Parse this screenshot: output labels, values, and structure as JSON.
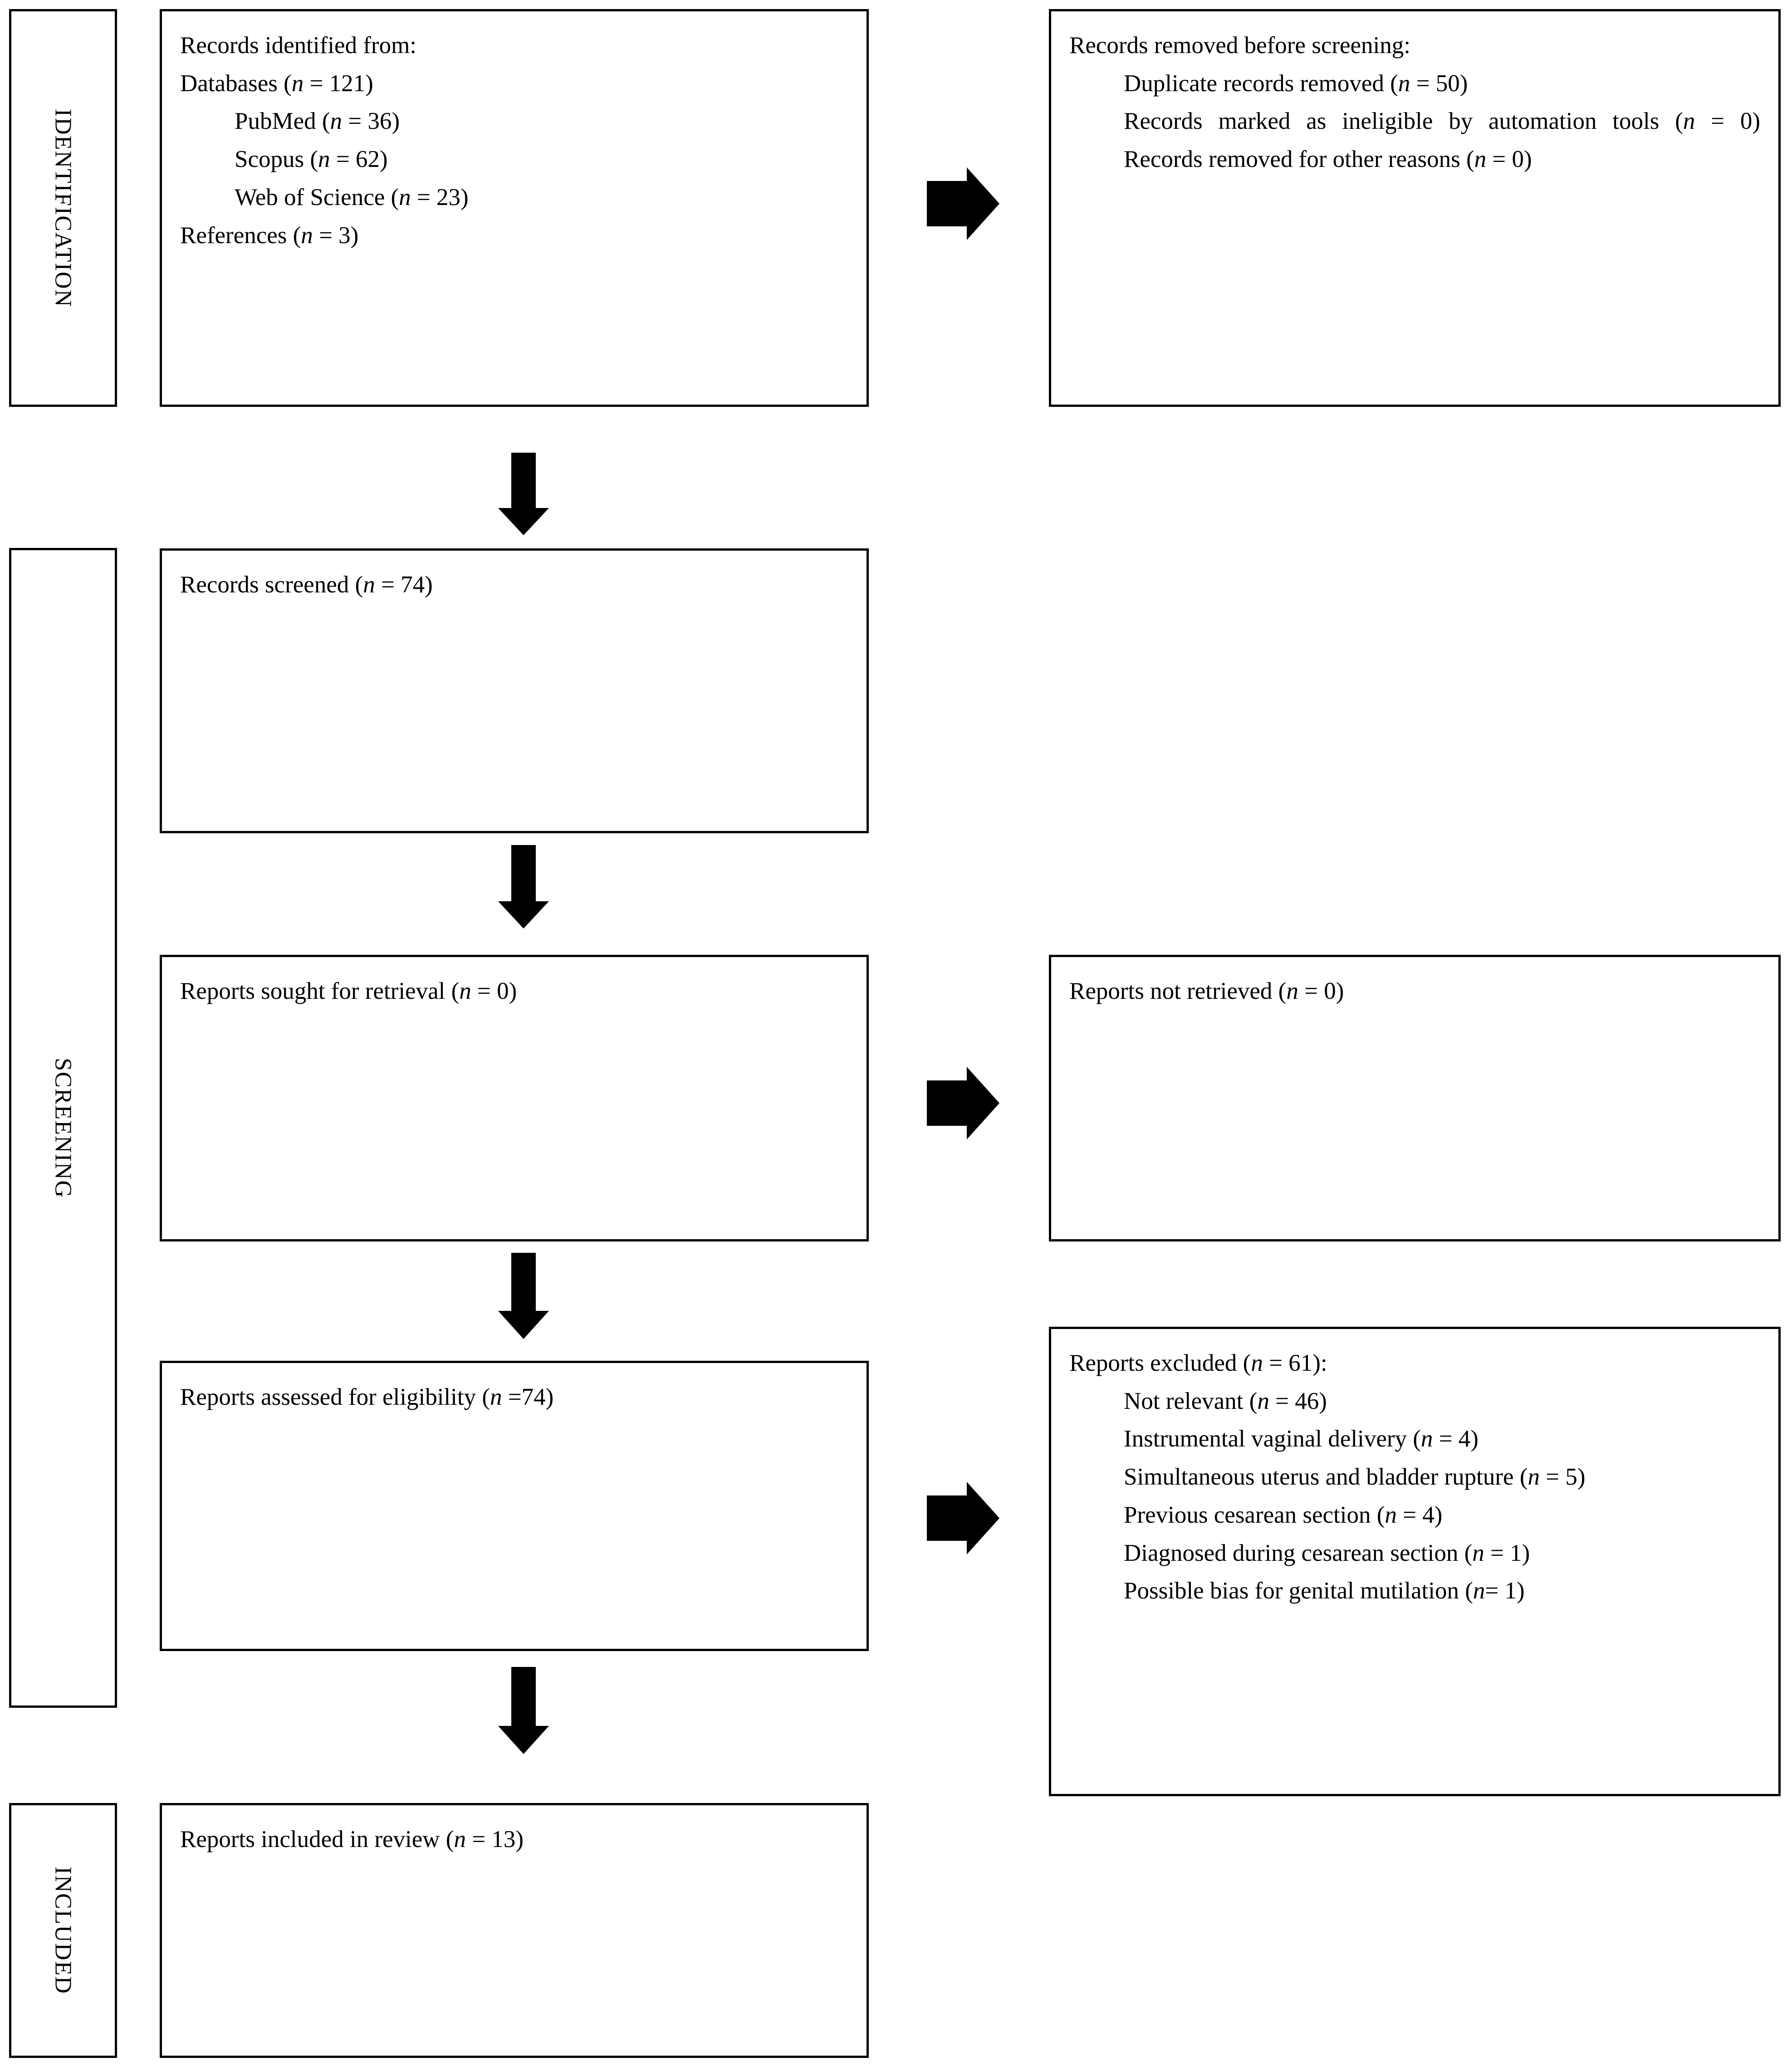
{
  "diagram": {
    "type": "PRISMA 2020 flow diagram",
    "stages": [
      {
        "key": "identification",
        "label": "IDENTIFICATION"
      },
      {
        "key": "screening",
        "label": "SCREENING"
      },
      {
        "key": "included",
        "label": "INCLUDED"
      }
    ]
  },
  "boxes": {
    "records_identified": {
      "lines": [
        "Records identified from:",
        "Databases (n = 121)",
        "PubMed (n = 36)",
        "Scopus (n = 62)",
        "Web of Science (n = 23)",
        "References (n = 3)"
      ]
    },
    "records_removed": {
      "lines": [
        "Records removed before screening:",
        "Duplicate records removed (n = 50)",
        "Records marked as ineligible by automation tools (n = 0)",
        "Records removed for other reasons (n = 0)"
      ]
    },
    "records_screened": {
      "line": "Records screened (n = 74)"
    },
    "reports_sought": {
      "line": "Reports sought for retrieval (n = 0)"
    },
    "reports_not_retrieved": {
      "line": "Reports not retrieved (n = 0)"
    },
    "reports_assessed": {
      "line": "Reports assessed for eligibility (n =74)"
    },
    "reports_excluded": {
      "lines": [
        "Reports excluded (n = 61):",
        "Not relevant (n = 46)",
        "Instrumental vaginal delivery (n = 4)",
        "Simultaneous uterus and bladder rupture (n = 5)",
        "Previous cesarean section (n = 4)",
        "Diagnosed during cesarean section (n = 1)",
        "Possible bias for genital mutilation (n= 1)"
      ]
    },
    "reports_included": {
      "line": "Reports included in review (n = 13)"
    }
  },
  "chart_data": {
    "type": "diagram",
    "title": "PRISMA flow diagram",
    "nodes": [
      {
        "id": "records_identified",
        "stage": "identification",
        "column": "left",
        "label": "Records identified from",
        "counts": {
          "databases": 121,
          "pubmed": 36,
          "scopus": 62,
          "web_of_science": 23,
          "references": 3
        }
      },
      {
        "id": "records_removed",
        "stage": "identification",
        "column": "right",
        "label": "Records removed before screening",
        "counts": {
          "duplicate_records_removed": 50,
          "marked_ineligible_by_automation_tools": 0,
          "removed_for_other_reasons": 0
        }
      },
      {
        "id": "records_screened",
        "stage": "screening",
        "column": "left",
        "label": "Records screened",
        "n": 74
      },
      {
        "id": "reports_sought",
        "stage": "screening",
        "column": "left",
        "label": "Reports sought for retrieval",
        "n": 0
      },
      {
        "id": "reports_not_retrieved",
        "stage": "screening",
        "column": "right",
        "label": "Reports not retrieved",
        "n": 0
      },
      {
        "id": "reports_assessed",
        "stage": "screening",
        "column": "left",
        "label": "Reports assessed for eligibility",
        "n": 74
      },
      {
        "id": "reports_excluded",
        "stage": "screening",
        "column": "right",
        "label": "Reports excluded",
        "n": 61,
        "reasons": [
          {
            "reason": "Not relevant",
            "n": 46
          },
          {
            "reason": "Instrumental vaginal delivery",
            "n": 4
          },
          {
            "reason": "Simultaneous uterus and bladder rupture",
            "n": 5
          },
          {
            "reason": "Previous cesarean section",
            "n": 4
          },
          {
            "reason": "Diagnosed during cesarean section",
            "n": 1
          },
          {
            "reason": "Possible bias for genital mutilation",
            "n": 1
          }
        ]
      },
      {
        "id": "reports_included",
        "stage": "included",
        "column": "left",
        "label": "Reports included in review",
        "n": 13
      }
    ],
    "edges": [
      {
        "from": "records_identified",
        "to": "records_removed",
        "direction": "right"
      },
      {
        "from": "records_identified",
        "to": "records_screened",
        "direction": "down"
      },
      {
        "from": "records_screened",
        "to": "reports_sought",
        "direction": "down"
      },
      {
        "from": "reports_sought",
        "to": "reports_not_retrieved",
        "direction": "right"
      },
      {
        "from": "reports_sought",
        "to": "reports_assessed",
        "direction": "down"
      },
      {
        "from": "reports_assessed",
        "to": "reports_excluded",
        "direction": "right"
      },
      {
        "from": "reports_assessed",
        "to": "reports_included",
        "direction": "down"
      }
    ]
  },
  "colors": {
    "stroke": "#000000",
    "fill": "#ffffff",
    "arrow": "#000000"
  }
}
